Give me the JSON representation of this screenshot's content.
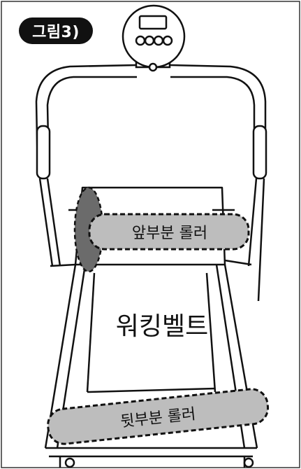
{
  "figure": {
    "tag": "그림3)"
  },
  "labels": {
    "front_roller": "앞부분 롤러",
    "walking_belt": "워킹벨트",
    "rear_roller": "뒷부분 롤러"
  },
  "colors": {
    "roller_fill": "#bdbdbd",
    "line": "#111111",
    "tag_bg": "#111111"
  }
}
